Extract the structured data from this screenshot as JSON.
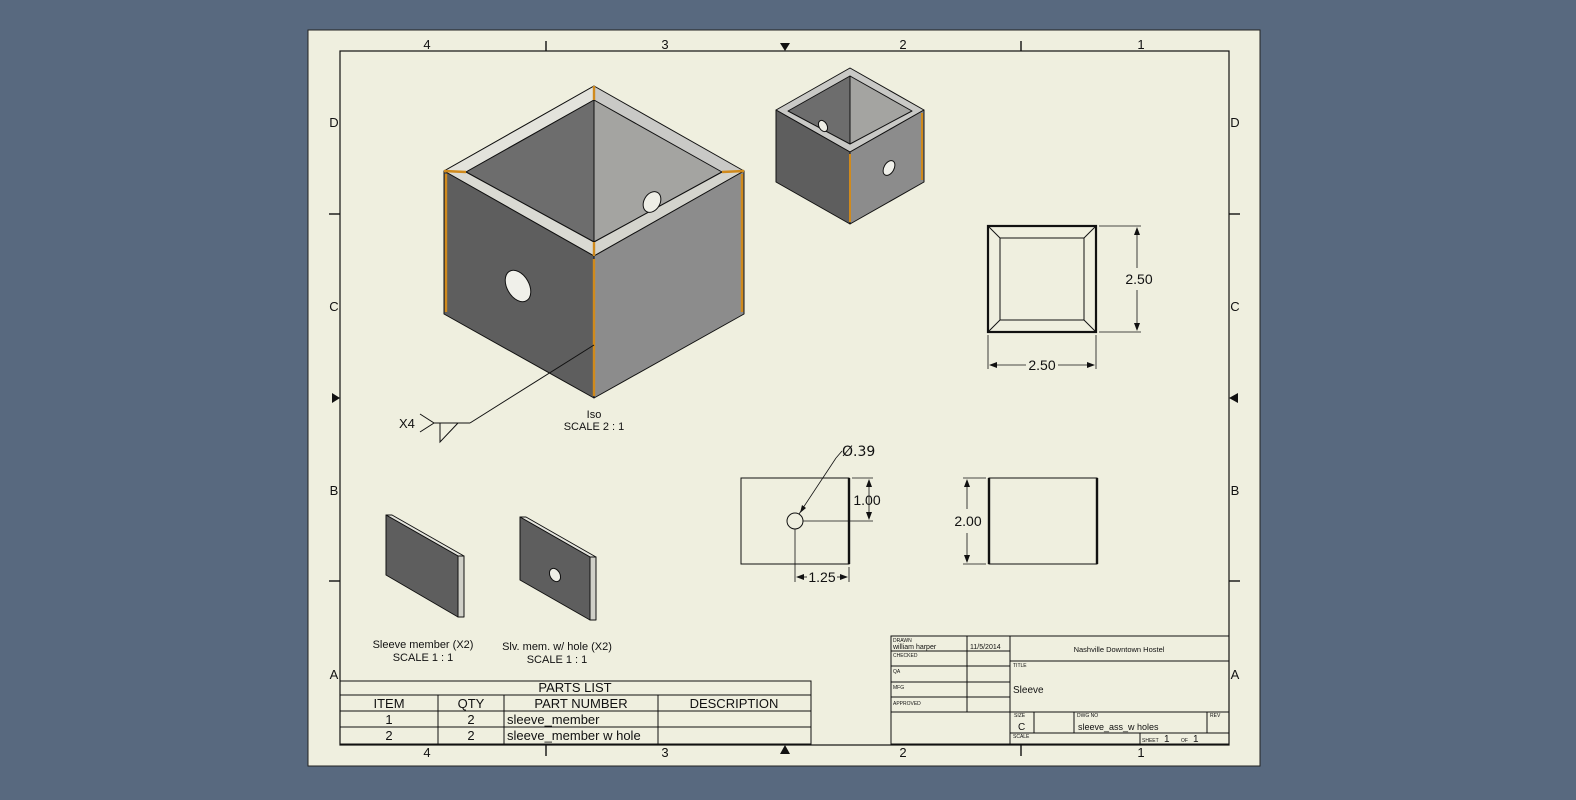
{
  "zones": {
    "columns": [
      "4",
      "3",
      "2",
      "1"
    ],
    "rows": [
      "D",
      "C",
      "B",
      "A"
    ]
  },
  "views": {
    "iso": {
      "name": "Iso",
      "scale": "SCALE 2 : 1"
    },
    "weld_symbol": "X4",
    "sleeve_member": {
      "name": "Sleeve member (X2)",
      "scale": "SCALE 1 : 1"
    },
    "sleeve_member_hole": {
      "name": "Slv. mem. w/ hole (X2)",
      "scale": "SCALE 1 : 1"
    }
  },
  "dimensions": {
    "top_height": "2.50",
    "top_width": "2.50",
    "hole_diameter": "Ø.39",
    "hole_height": "1.00",
    "hole_offset": "1.25",
    "side_height": "2.00"
  },
  "parts_list": {
    "title": "PARTS LIST",
    "headers": [
      "ITEM",
      "QTY",
      "PART NUMBER",
      "DESCRIPTION"
    ],
    "rows": [
      [
        "1",
        "2",
        "sleeve_member",
        ""
      ],
      [
        "2",
        "2",
        "sleeve_member w hole",
        ""
      ]
    ]
  },
  "title_block": {
    "drawn_label": "DRAWN",
    "drawn_by": "william harper",
    "date": "11/5/2014",
    "checked_label": "CHECKED",
    "qa_label": "QA",
    "mfg_label": "MFG",
    "approved_label": "APPROVED",
    "company": "Nashville Downtown Hostel",
    "title_label": "TITLE",
    "title": "Sleeve",
    "size_label": "SIZE",
    "size": "C",
    "dwg_label": "DWG NO",
    "dwg_no": "sleeve_ass_w holes",
    "rev_label": "REV",
    "scale_label": "SCALE",
    "sheet_label": "SHEET",
    "sheet": "1",
    "of_label": "OF",
    "sheet_total": "1"
  },
  "colors": {
    "background": "#58697f",
    "paper": "#efefdf",
    "face_dark": "#5e5e5e",
    "face_mid": "#8a8a8a",
    "face_light": "#c9c9c6",
    "edge_highlight": "#d08a1c"
  }
}
